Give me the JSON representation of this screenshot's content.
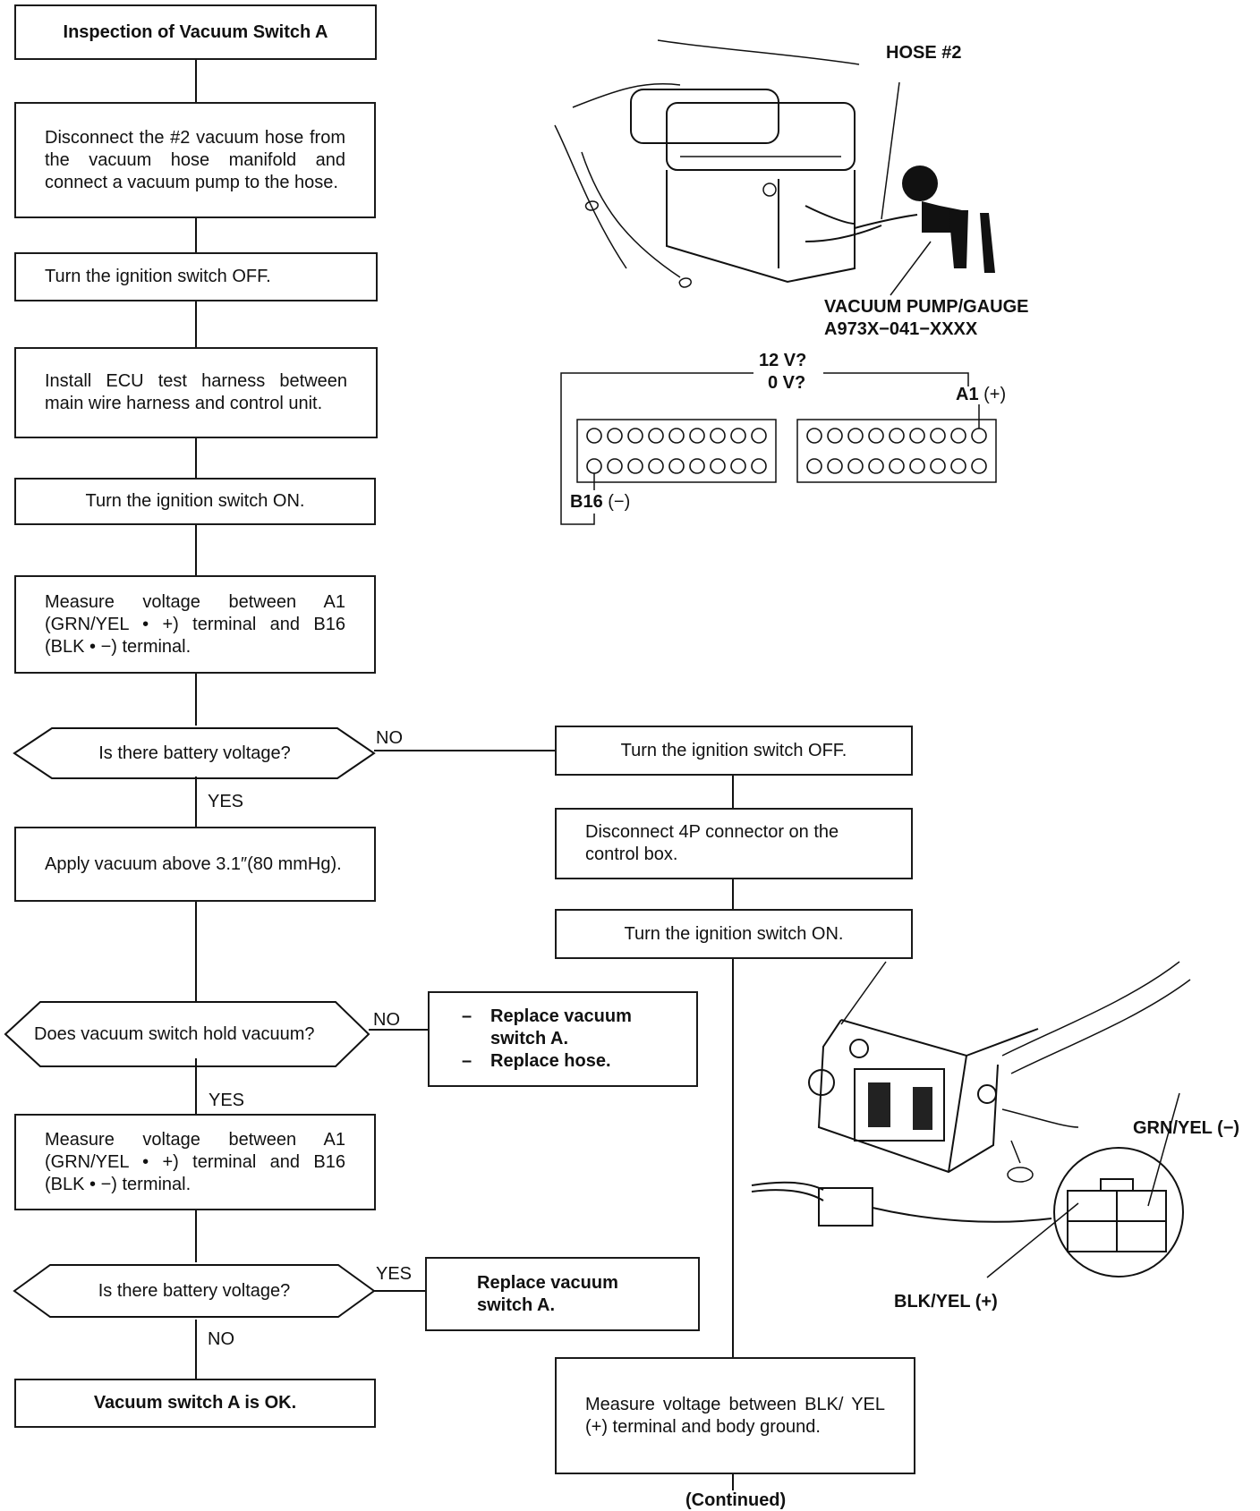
{
  "flowchart": {
    "title": "Inspection of Vacuum Switch A",
    "step_disconnect_hose": "Disconnect the #2 vacuum hose from the vacuum hose manifold and connect a vacuum pump to the hose.",
    "step_ignition_off": "Turn the ignition switch OFF.",
    "step_install_harness": "Install ECU test harness between main wire harness and control unit.",
    "step_ignition_on": "Turn the ignition switch ON.",
    "step_measure_1": "Measure voltage between A1 (GRN/YEL • +) terminal and B16 (BLK • −) terminal.",
    "decision_battery_1": "Is there battery voltage?",
    "step_apply_vacuum": "Apply vacuum above 3.1″(80 mmHg).",
    "decision_hold_vacuum": "Does vacuum switch hold vacuum?",
    "action_replace_items": [
      "Replace vacuum switch A.",
      "Replace hose."
    ],
    "step_measure_2": "Measure voltage between A1 (GRN/YEL • +) terminal and B16 (BLK • −) terminal.",
    "decision_battery_2": "Is there battery voltage?",
    "action_replace_switch": "Replace vacuum switch A.",
    "result_ok": "Vacuum switch A is OK.",
    "right_ignition_off": "Turn the ignition switch OFF.",
    "right_disconnect_4p": "Disconnect 4P connector on the control box.",
    "right_ignition_on": "Turn the ignition switch ON.",
    "right_measure": "Measure voltage between BLK/ YEL (+) terminal and body ground.",
    "continued": "(Continued)",
    "labels": {
      "no_1": "NO",
      "yes_1": "YES",
      "no_2": "NO",
      "yes_2": "YES",
      "yes_3": "YES",
      "no_3": "NO"
    }
  },
  "figures": {
    "hose_label": "HOSE #2",
    "pump_label_line1": "VACUUM PUMP/GAUGE",
    "pump_label_line2": "A973X−041−XXXX",
    "voltage_line1": "12 V?",
    "voltage_line2": "0 V?",
    "a1_label": "A1",
    "a1_polarity": "(+)",
    "b16_label": "B16",
    "b16_polarity": "(−)",
    "grn_yel_label": "GRN/YEL (−)",
    "blk_yel_label": "BLK/YEL (+)"
  }
}
